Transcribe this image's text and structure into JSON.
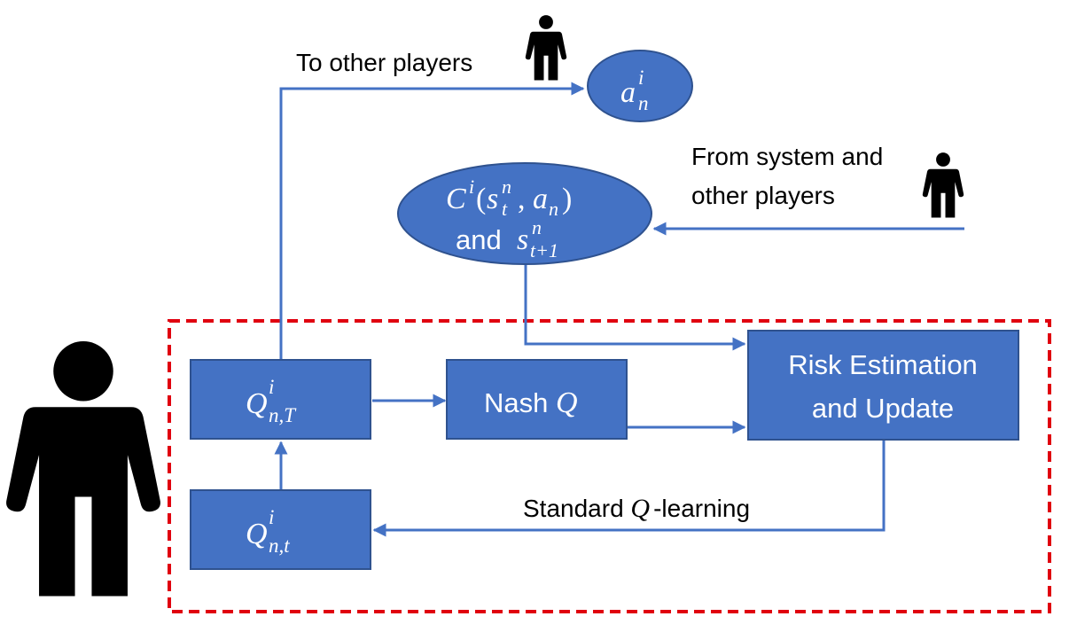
{
  "labels": {
    "to_other_players": "To other players",
    "from_system_line1": "From system and",
    "from_system_line2": "other players",
    "standard_prefix": "Standard ",
    "standard_q": "Q",
    "standard_suffix": "-learning"
  },
  "nodes": {
    "action": {
      "base": "a",
      "sup": "i",
      "sub": "n"
    },
    "cost": {
      "line1": {
        "C": "C",
        "i": "i",
        "paren_open": "(",
        "s": "s",
        "s_sup": "n",
        "s_sub": "t",
        "comma": ", ",
        "a": "a",
        "a_sub": "n",
        "paren_close": ")"
      },
      "line2": {
        "and": "and ",
        "s": "s",
        "s_sup": "n",
        "s_sub": "t+1"
      }
    },
    "q_big_t": {
      "base": "Q",
      "sup": "i",
      "sub": "n,T"
    },
    "q_small_t": {
      "base": "Q",
      "sup": "i",
      "sub": "n,t"
    },
    "nash_q": {
      "prefix": "Nash ",
      "q": "Q"
    },
    "risk": {
      "line1": "Risk Estimation",
      "line2": "and Update"
    }
  },
  "colors": {
    "node_fill": "#4472c4",
    "edge": "#4472c4",
    "boundary": "#e0000f",
    "person": "#000000"
  },
  "icons": [
    "person-icon-large",
    "person-icon-top",
    "person-icon-right"
  ]
}
